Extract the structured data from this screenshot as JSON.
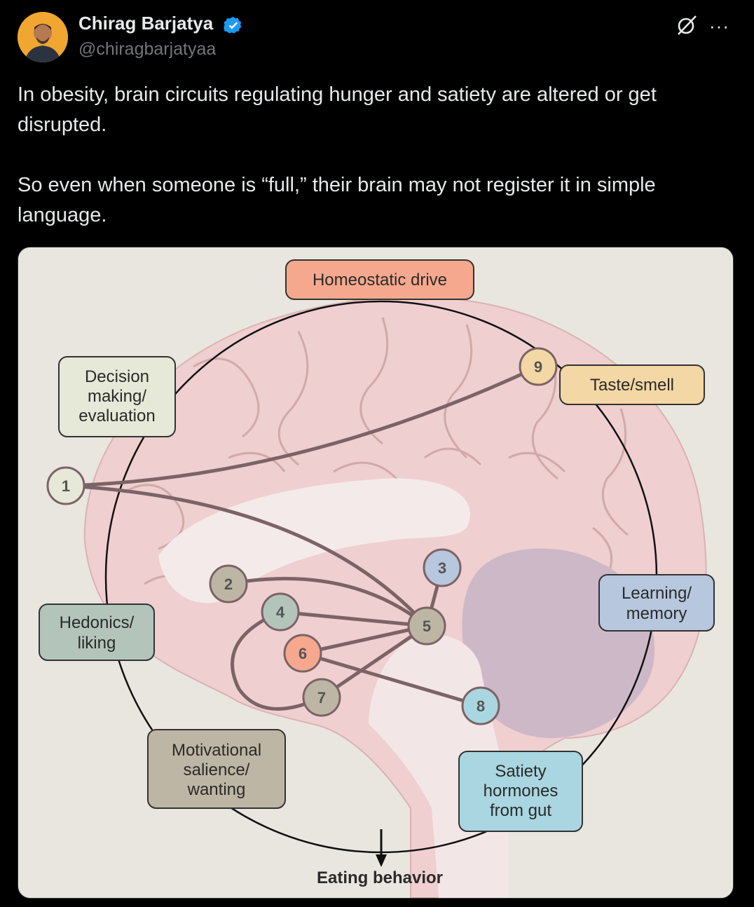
{
  "author": {
    "name": "Chirag Barjatya",
    "handle": "@chiragbarjatyaa",
    "verified": true
  },
  "tweet": {
    "paragraphs": [
      "In obesity, brain circuits regulating hunger and satiety are altered or get disrupted.",
      "So even when someone is “full,” their brain may not register it in simple language."
    ]
  },
  "diagram": {
    "boxes": {
      "homeostatic": "Homeostatic drive",
      "decision": [
        "Decision",
        "making/",
        "evaluation"
      ],
      "taste": "Taste/smell",
      "hedonics": [
        "Hedonics/",
        "liking"
      ],
      "learning": [
        "Learning/",
        "memory"
      ],
      "motivational": [
        "Motivational",
        "salience/",
        "wanting"
      ],
      "satiety": [
        "Satiety",
        "hormones",
        "from gut"
      ]
    },
    "nodes": [
      "1",
      "2",
      "3",
      "4",
      "5",
      "6",
      "7",
      "8",
      "9"
    ],
    "output_label": "Eating behavior"
  },
  "colors": {
    "background": "#000000",
    "verified_blue": "#1d9bf0",
    "homeostatic": "#f5a88e",
    "decision": "#e6e8d8",
    "taste": "#f3d7a4",
    "hedonics": "#b3c4bb",
    "learning": "#b7c7dd",
    "motivational": "#bdb6a4",
    "satiety": "#a9d6e0"
  }
}
